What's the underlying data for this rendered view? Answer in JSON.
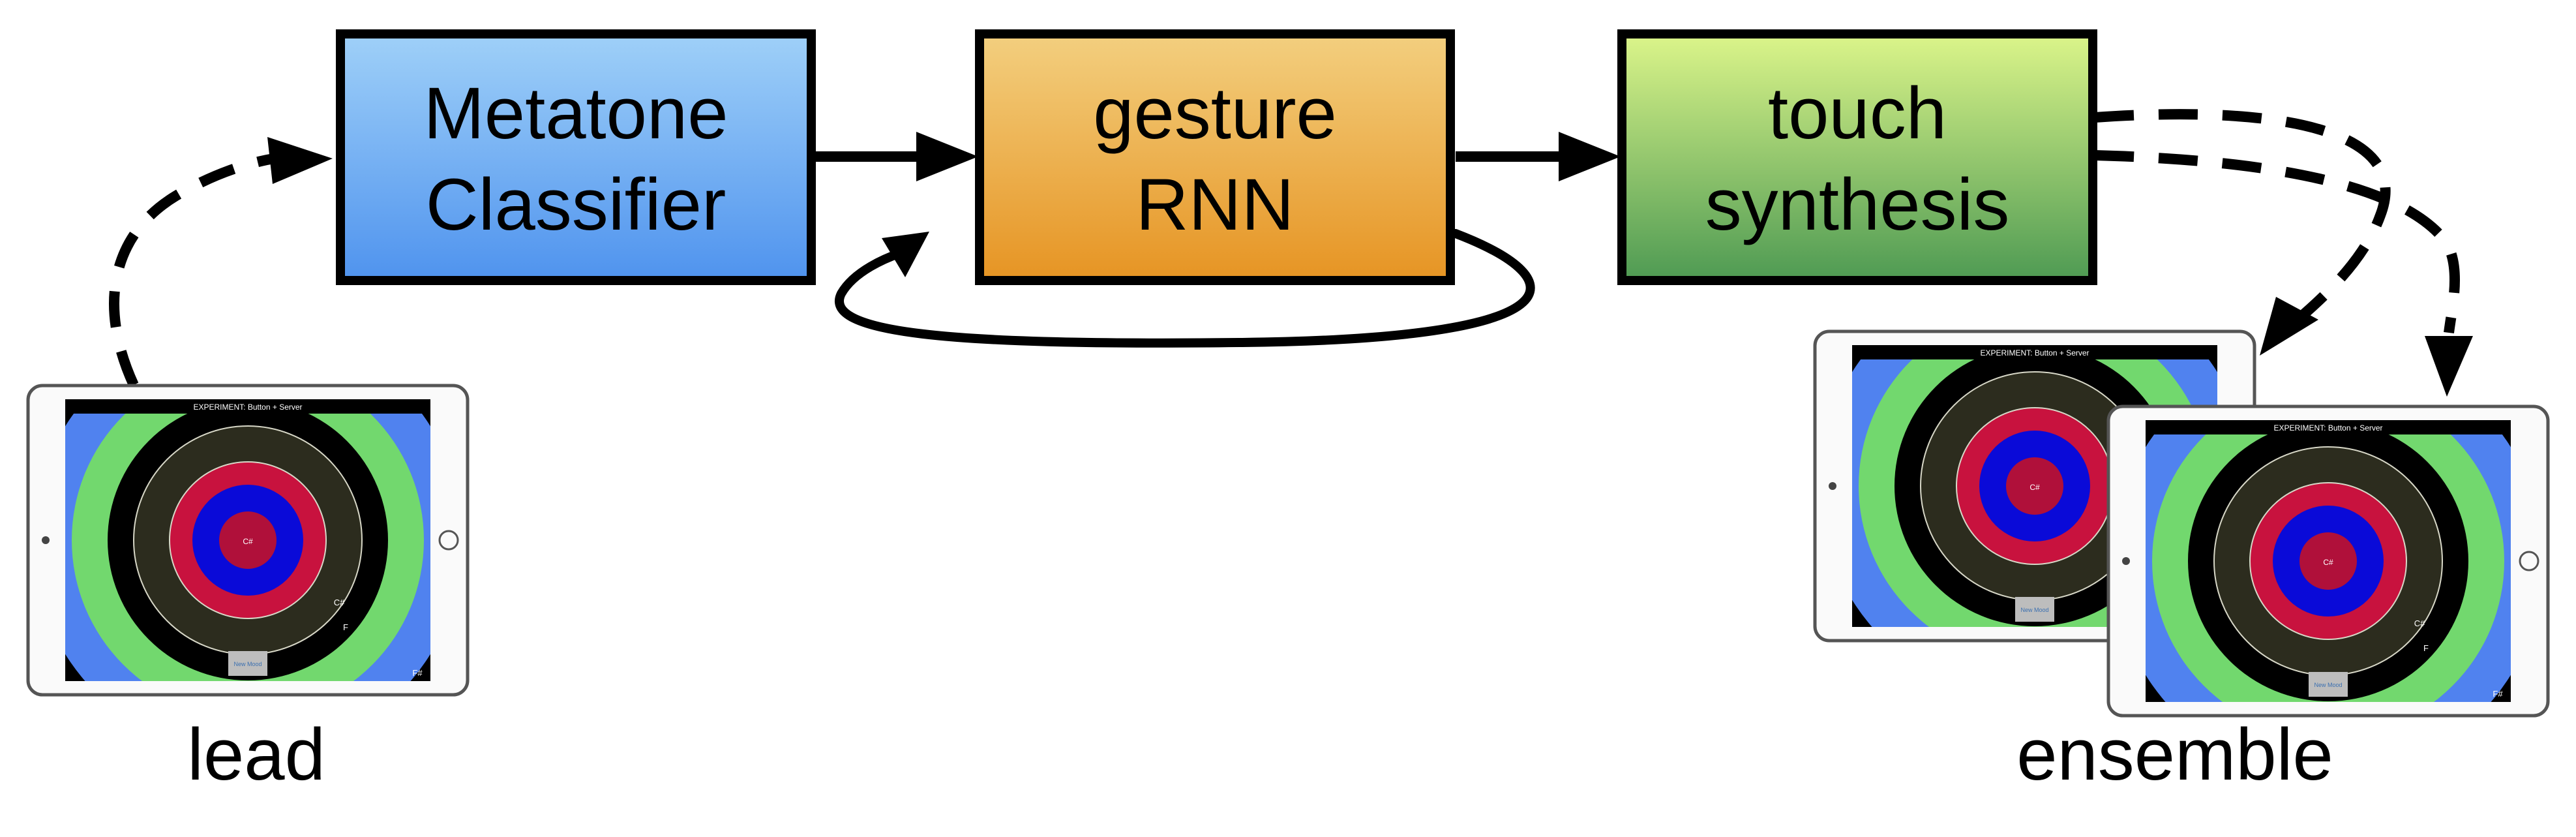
{
  "boxes": {
    "classifier": {
      "line1": "Metatone",
      "line2": "Classifier"
    },
    "rnn": {
      "line1": "gesture",
      "line2": "RNN"
    },
    "synthesis": {
      "line1": "touch",
      "line2": "synthesis"
    }
  },
  "captions": {
    "lead": "lead",
    "ensemble": "ensemble"
  },
  "tablet": {
    "header": "EXPERIMENT: Button + Server",
    "center_note": "C#",
    "ring_labels": [
      "C#",
      "F",
      "F#"
    ],
    "button_label": "New Mood"
  },
  "colors": {
    "classifier": [
      "#9fd0f8",
      "#4f93ee"
    ],
    "rnn": [
      "#f3cf7f",
      "#e69423"
    ],
    "synthesis": [
      "#dcf58a",
      "#4e9a53"
    ],
    "rings": [
      "#5082ef",
      "#72d86e",
      "#000000",
      "#2c2c1e",
      "#c8123e",
      "#0a0ad8",
      "#b0103a"
    ]
  }
}
